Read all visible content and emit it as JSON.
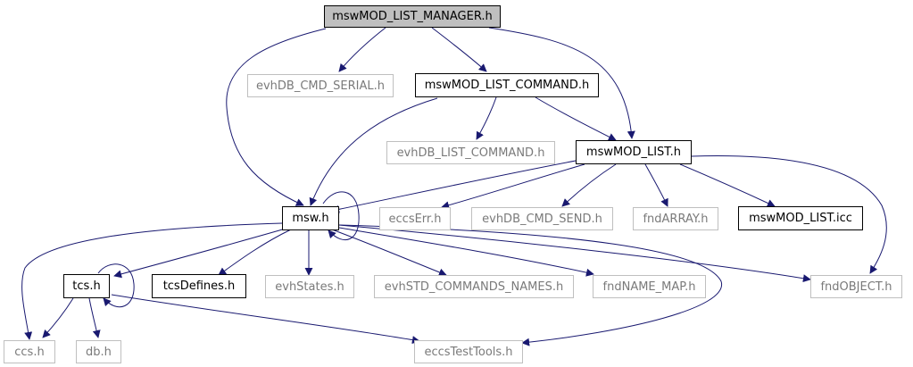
{
  "colors": {
    "edge": "#191970",
    "border": "#000000",
    "external_border": "#bfbfbf",
    "external_text": "#7a7a7a",
    "root_fill": "#bfbfbf"
  },
  "nodes": {
    "mswMOD_LIST_MANAGER_h": {
      "label": "mswMOD_LIST_MANAGER.h",
      "kind": "root"
    },
    "evhDB_CMD_SERIAL_h": {
      "label": "evhDB_CMD_SERIAL.h",
      "kind": "external"
    },
    "mswMOD_LIST_COMMAND_h": {
      "label": "mswMOD_LIST_COMMAND.h",
      "kind": "documented"
    },
    "evhDB_LIST_COMMAND_h": {
      "label": "evhDB_LIST_COMMAND.h",
      "kind": "external"
    },
    "mswMOD_LIST_h": {
      "label": "mswMOD_LIST.h",
      "kind": "documented"
    },
    "msw_h": {
      "label": "msw.h",
      "kind": "documented"
    },
    "eccsErr_h": {
      "label": "eccsErr.h",
      "kind": "external"
    },
    "evhDB_CMD_SEND_h": {
      "label": "evhDB_CMD_SEND.h",
      "kind": "external"
    },
    "fndARRAY_h": {
      "label": "fndARRAY.h",
      "kind": "external"
    },
    "mswMOD_LIST_icc": {
      "label": "mswMOD_LIST.icc",
      "kind": "documented"
    },
    "tcs_h": {
      "label": "tcs.h",
      "kind": "documented"
    },
    "tcsDefines_h": {
      "label": "tcsDefines.h",
      "kind": "documented"
    },
    "evhStates_h": {
      "label": "evhStates.h",
      "kind": "external"
    },
    "evhSTD_COMMANDS_NAMES_h": {
      "label": "evhSTD_COMMANDS_NAMES.h",
      "kind": "external"
    },
    "fndNAME_MAP_h": {
      "label": "fndNAME_MAP.h",
      "kind": "external"
    },
    "fndOBJECT_h": {
      "label": "fndOBJECT.h",
      "kind": "external"
    },
    "ccs_h": {
      "label": "ccs.h",
      "kind": "external"
    },
    "db_h": {
      "label": "db.h",
      "kind": "external"
    },
    "eccsTestTools_h": {
      "label": "eccsTestTools.h",
      "kind": "external"
    }
  },
  "edges": [
    [
      "mswMOD_LIST_MANAGER_h",
      "evhDB_CMD_SERIAL_h"
    ],
    [
      "mswMOD_LIST_MANAGER_h",
      "mswMOD_LIST_COMMAND_h"
    ],
    [
      "mswMOD_LIST_MANAGER_h",
      "mswMOD_LIST_h"
    ],
    [
      "mswMOD_LIST_MANAGER_h",
      "msw_h"
    ],
    [
      "mswMOD_LIST_COMMAND_h",
      "evhDB_LIST_COMMAND_h"
    ],
    [
      "mswMOD_LIST_COMMAND_h",
      "mswMOD_LIST_h"
    ],
    [
      "mswMOD_LIST_COMMAND_h",
      "msw_h"
    ],
    [
      "mswMOD_LIST_h",
      "msw_h"
    ],
    [
      "mswMOD_LIST_h",
      "eccsErr_h"
    ],
    [
      "mswMOD_LIST_h",
      "evhDB_CMD_SEND_h"
    ],
    [
      "mswMOD_LIST_h",
      "fndARRAY_h"
    ],
    [
      "mswMOD_LIST_h",
      "mswMOD_LIST_icc"
    ],
    [
      "mswMOD_LIST_h",
      "fndOBJECT_h"
    ],
    [
      "msw_h",
      "msw_h"
    ],
    [
      "msw_h",
      "tcs_h"
    ],
    [
      "msw_h",
      "tcsDefines_h"
    ],
    [
      "msw_h",
      "evhStates_h"
    ],
    [
      "msw_h",
      "evhSTD_COMMANDS_NAMES_h"
    ],
    [
      "msw_h",
      "fndNAME_MAP_h"
    ],
    [
      "msw_h",
      "fndOBJECT_h"
    ],
    [
      "msw_h",
      "ccs_h"
    ],
    [
      "msw_h",
      "eccsTestTools_h"
    ],
    [
      "tcs_h",
      "tcs_h"
    ],
    [
      "tcs_h",
      "ccs_h"
    ],
    [
      "tcs_h",
      "db_h"
    ],
    [
      "tcs_h",
      "eccsTestTools_h"
    ]
  ]
}
